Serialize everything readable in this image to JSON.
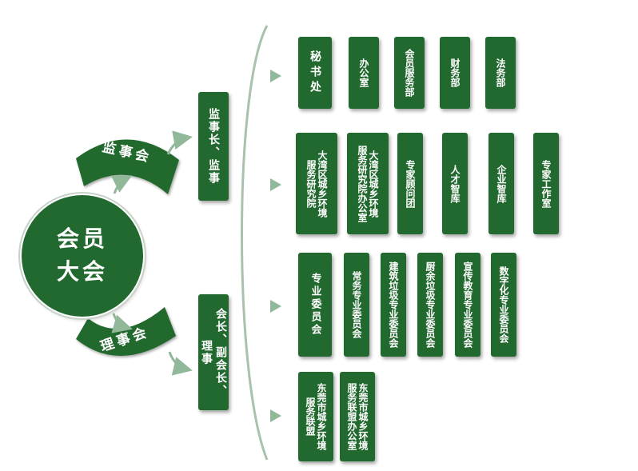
{
  "colors": {
    "primary": "#22692f",
    "arrow": "#92b89a",
    "bracket": "#a9c2ad"
  },
  "center": {
    "line1": "会员",
    "line2": "大会"
  },
  "supervisory_board": {
    "label": "监事会",
    "box_col": "监事长、监事"
  },
  "council": {
    "label": "理事会",
    "box_cols": [
      "会长、副会长、",
      "理事"
    ]
  },
  "rows": [
    {
      "id": "row1",
      "items": [
        [
          "秘书处"
        ],
        [
          "办公室"
        ],
        [
          "会员服务部"
        ],
        [
          "财务部"
        ],
        [
          "法务部"
        ]
      ]
    },
    {
      "id": "row2",
      "items": [
        [
          "大湾区城乡环境",
          "服务研究院"
        ],
        [
          "大湾区城乡环境",
          "服务研究院办公室"
        ],
        [
          "专家顾问团"
        ],
        [
          "人才智库"
        ],
        [
          "企业智库"
        ],
        [
          "专家工作室"
        ]
      ]
    },
    {
      "id": "row3",
      "items": [
        [
          "专业委员会"
        ],
        [
          "常务专业委员会"
        ],
        [
          "建筑垃圾专业委员会"
        ],
        [
          "厨余垃圾专业委员会"
        ],
        [
          "宣传教育专业委员会"
        ],
        [
          "数字化专业委员会"
        ]
      ]
    },
    {
      "id": "row4",
      "items": [
        [
          "东莞市城乡环境",
          "服务联盟"
        ],
        [
          "东莞市城乡环境",
          "服务联盟办公室"
        ]
      ]
    }
  ]
}
